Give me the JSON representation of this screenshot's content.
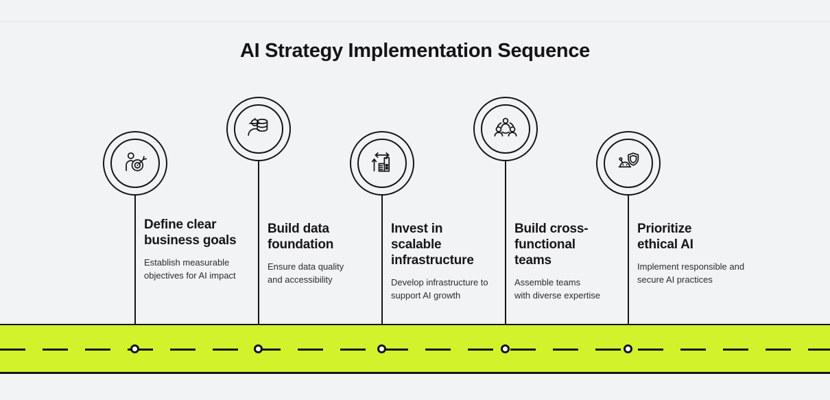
{
  "header": {
    "title": "AI Strategy Implementation Sequence"
  },
  "colors": {
    "background": "#F1F3F5",
    "ink": "#141414",
    "road": "#D2F22B",
    "divider": "#E4E7E9"
  },
  "milestones": [
    {
      "title": "Define clear\nbusiness goals",
      "description": "Establish measurable\nobjectives for AI impact",
      "icon": "person-target-icon"
    },
    {
      "title": "Build data\nfoundation",
      "description": "Ensure data quality\nand accessibility",
      "icon": "person-database-icon"
    },
    {
      "title": "Invest in\nscalable\ninfrastructure",
      "description": "Develop infrastructure to\nsupport AI growth",
      "icon": "building-arrows-icon"
    },
    {
      "title": "Build cross-\nfunctional\nteams",
      "description": "Assemble teams\nwith diverse expertise",
      "icon": "team-network-icon"
    },
    {
      "title": "Prioritize\nethical AI",
      "description": "Implement responsible and\nsecure AI practices",
      "icon": "robot-shield-icon"
    }
  ]
}
